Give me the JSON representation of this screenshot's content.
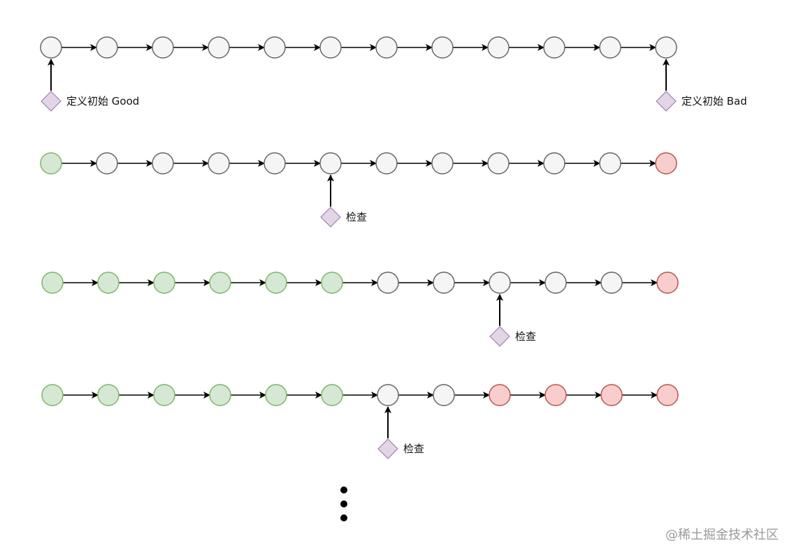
{
  "diagram": {
    "colors": {
      "untested_fill": "#f5f5f5",
      "untested_stroke": "#666666",
      "good_fill": "#d5e8d4",
      "good_stroke": "#82b366",
      "bad_fill": "#f8cecc",
      "bad_stroke": "#b85450",
      "marker_fill": "#e1d5e7",
      "marker_stroke": "#9673a6",
      "edge": "#000000",
      "watermark": "#9a9a9a"
    },
    "rows": [
      {
        "states": [
          "u",
          "u",
          "u",
          "u",
          "u",
          "u",
          "u",
          "u",
          "u",
          "u",
          "u",
          "u"
        ],
        "markers": [
          {
            "node": 0,
            "label": "定义初始 Good"
          },
          {
            "node": 11,
            "label": "定义初始 Bad"
          }
        ]
      },
      {
        "states": [
          "g",
          "u",
          "u",
          "u",
          "u",
          "u",
          "u",
          "u",
          "u",
          "u",
          "u",
          "b"
        ],
        "markers": [
          {
            "node": 5,
            "label": "检查"
          }
        ]
      },
      {
        "states": [
          "g",
          "g",
          "g",
          "g",
          "g",
          "g",
          "u",
          "u",
          "u",
          "u",
          "u",
          "b"
        ],
        "markers": [
          {
            "node": 8,
            "label": "检查"
          }
        ]
      },
      {
        "states": [
          "g",
          "g",
          "g",
          "g",
          "g",
          "g",
          "u",
          "u",
          "b",
          "b",
          "b",
          "b"
        ],
        "markers": [
          {
            "node": 6,
            "label": "检查"
          }
        ]
      }
    ],
    "continuation_icon": "vertical-ellipsis-icon"
  },
  "watermark": {
    "text": "@稀土掘金技术社区"
  }
}
